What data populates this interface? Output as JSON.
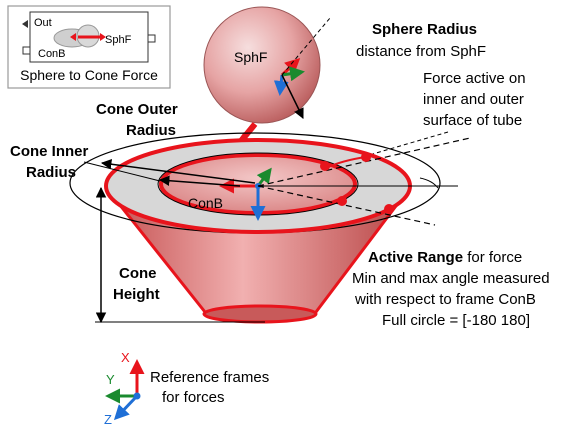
{
  "block": {
    "port_out": "Out",
    "port_conb": "ConB",
    "port_sphf": "SphF",
    "caption": "Sphere to Cone Force"
  },
  "sphere": {
    "frame_label": "SphF",
    "radius_title": "Sphere Radius",
    "radius_desc": "distance from SphF"
  },
  "tube_note": [
    "Force active on",
    "inner and outer",
    "surface of tube"
  ],
  "cone": {
    "outer_radius": [
      "Cone Outer",
      "Radius"
    ],
    "inner_radius": [
      "Cone Inner",
      "Radius"
    ],
    "height": [
      "Cone",
      "Height"
    ],
    "frame_label": "ConB"
  },
  "active_range": {
    "title": "Active Range",
    "title_suffix": " for force",
    "lines": [
      "Min and max angle measured",
      "with respect to frame ConB",
      "Full circle = [-180 180]"
    ]
  },
  "legend": {
    "axis_x": "X",
    "axis_y": "Y",
    "axis_z": "Z",
    "text": [
      "Reference frames",
      "for forces"
    ]
  },
  "colors": {
    "x_axis": "#e8141c",
    "y_axis": "#1a8a2e",
    "z_axis": "#1f6fd6",
    "accent": "#e8141c",
    "cone_fill": "#d46a6a",
    "sphere_fill": "#e39a9a"
  }
}
